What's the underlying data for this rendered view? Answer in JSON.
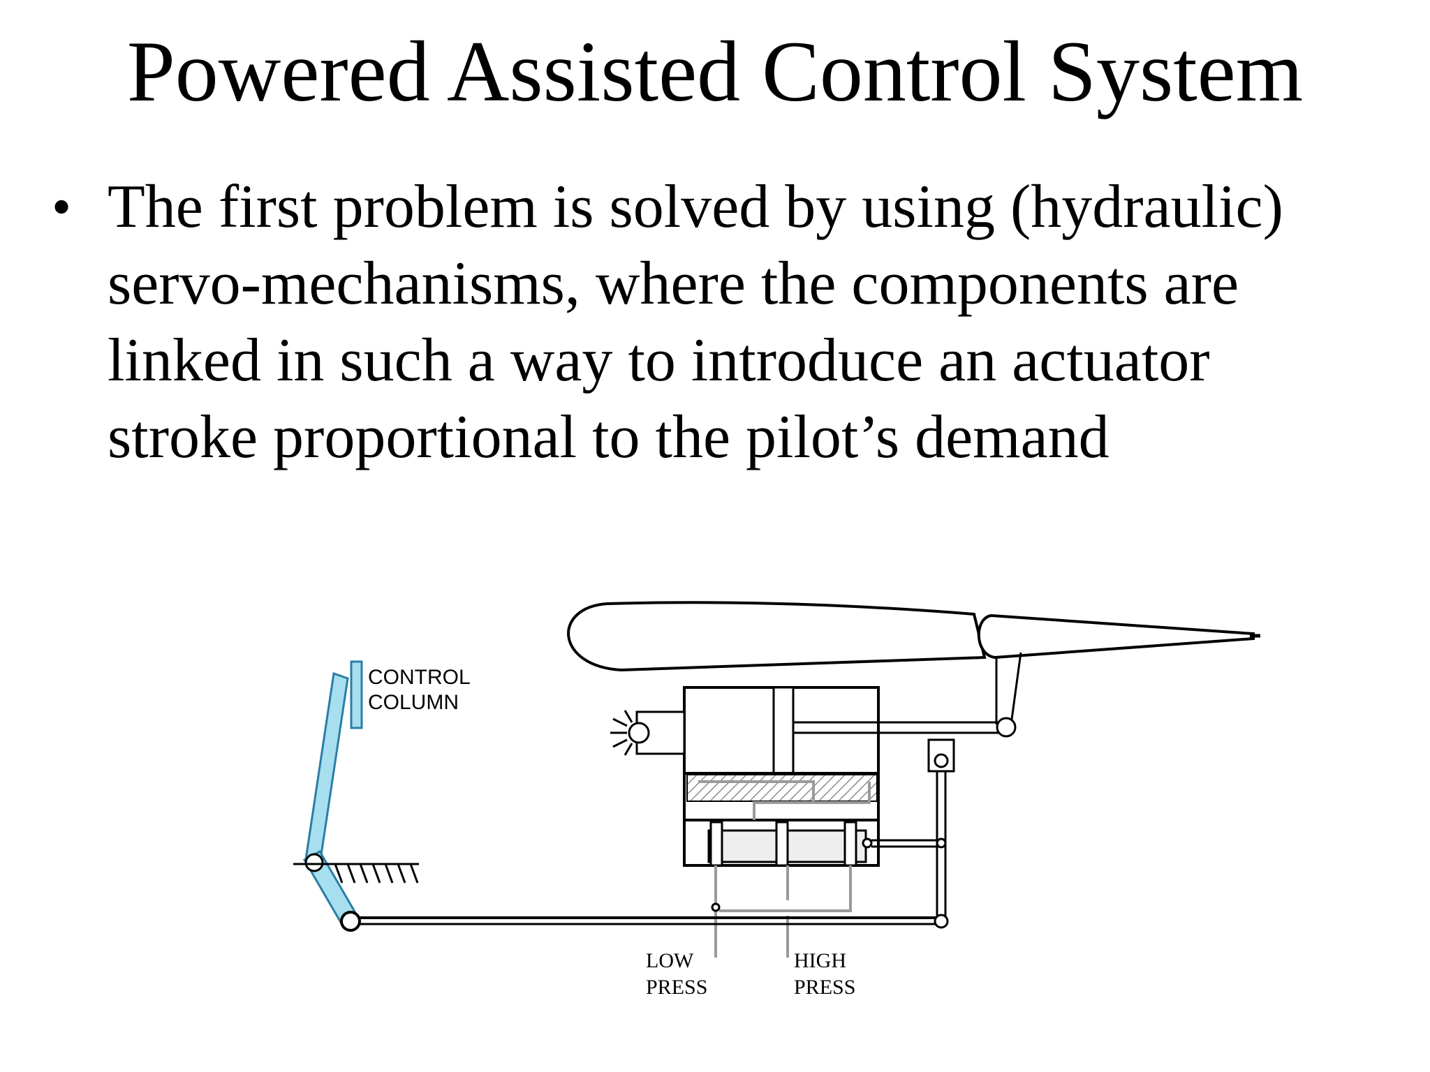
{
  "slide": {
    "title": "Powered Assisted Control System",
    "bullet_lines": [
      "The first problem is solved by using (hydraulic)",
      "servo-mechanisms, where the components are",
      "linked in such a way to introduce an actuator",
      "stroke proportional to the pilot’s demand"
    ]
  },
  "diagram": {
    "labels": {
      "control_column_1": "CONTROL",
      "control_column_2": "COLUMN",
      "low_press_1": "LOW",
      "low_press_2": "PRESS",
      "high_press_1": "HIGH",
      "high_press_2": "PRESS"
    },
    "colors": {
      "lever_fill": "#a8dff0",
      "lever_stroke": "#2a7ea4",
      "ink": "#000000",
      "grey_line": "#9a9a9a",
      "hatch": "#8c8c8c"
    }
  }
}
